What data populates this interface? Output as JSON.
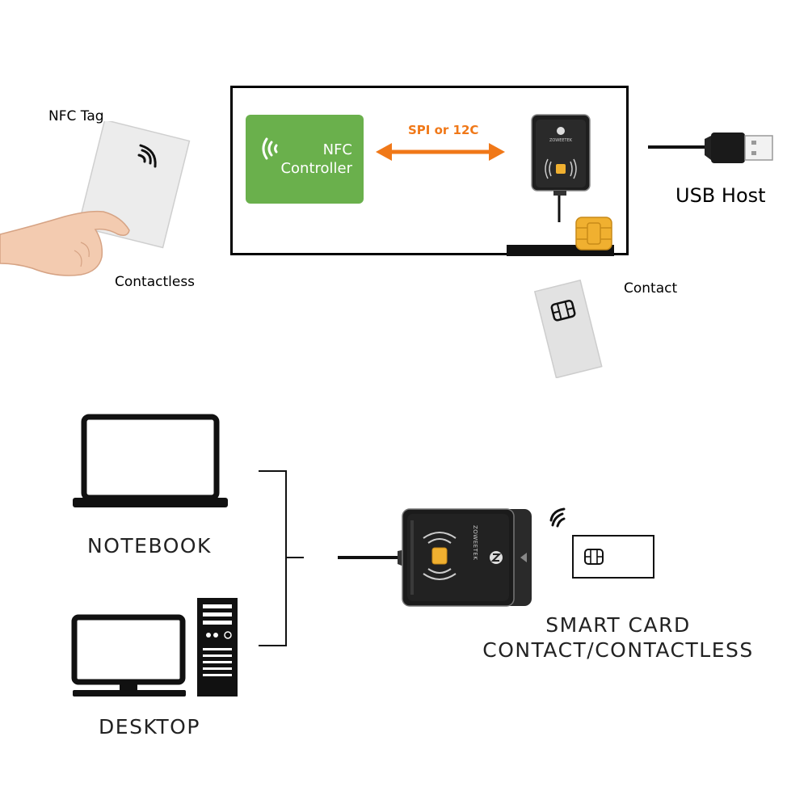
{
  "labels": {
    "nfc_tag": "NFC Tag",
    "contactless": "Contactless",
    "contact": "Contact",
    "usb_host": "USB Host",
    "nfc_controller_line1": "NFC",
    "nfc_controller_line2": "Controller",
    "protocol": "SPI  or 12C",
    "notebook": "NOTEBOOK",
    "desktop": "DESKTOP",
    "smart_card_line1": "SMART CARD",
    "smart_card_line2": "CONTACT/CONTACTLESS",
    "brand": "ZOWEETEK"
  },
  "colors": {
    "nfc_green": "#6ab04c",
    "arrow_orange": "#f07818",
    "chip_gold": "#f0b030",
    "reader_dark": "#1e1e1e"
  },
  "icons": [
    "nfc-wave-icon",
    "sim-chip-icon",
    "usb-plug-icon",
    "laptop-icon",
    "monitor-icon",
    "tower-pc-icon",
    "hand-icon"
  ]
}
